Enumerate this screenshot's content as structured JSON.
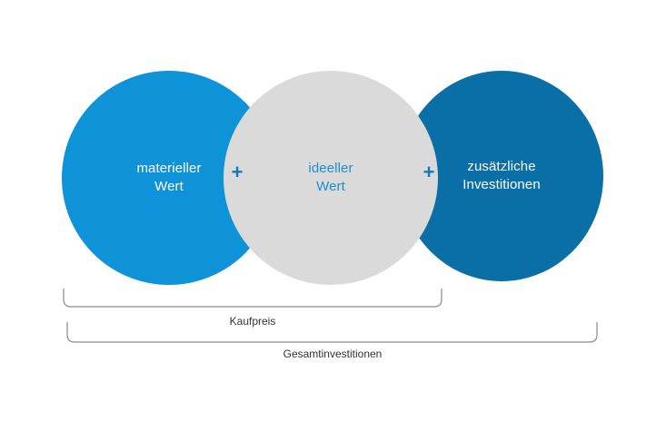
{
  "circles": [
    {
      "label": "materieller\nWert",
      "color": "#0e93d9"
    },
    {
      "label": "ideeller\nWert",
      "color": "#dadada"
    },
    {
      "label": "zusätzliche\nInvestitionen",
      "color": "#0a6fa6"
    }
  ],
  "operators": [
    "+",
    "+"
  ],
  "brackets": {
    "kaufpreis": "Kaufpreis",
    "gesamtinvestitionen": "Gesamtinvestitionen"
  },
  "colors": {
    "accent_blue": "#0e93d9",
    "dark_blue": "#0a6fa6",
    "neutral_grey": "#dadada",
    "plus_blue": "#1877ba"
  }
}
